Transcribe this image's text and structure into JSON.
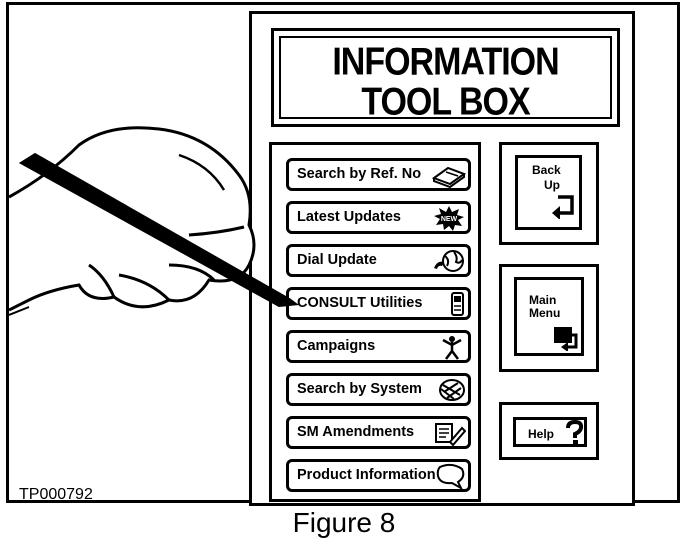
{
  "window": {
    "title_line1": "INFORMATION",
    "title_line2": "TOOL BOX"
  },
  "menu": {
    "items": [
      {
        "label": "Search by Ref. No",
        "icon": "book-icon"
      },
      {
        "label": "Latest Updates",
        "icon": "new-starburst-icon"
      },
      {
        "label": "Dial Update",
        "icon": "globe-phone-icon"
      },
      {
        "label": "CONSULT Utilities",
        "icon": "consult-device-icon"
      },
      {
        "label": "Campaigns",
        "icon": "campaign-figure-icon"
      },
      {
        "label": "Search by System",
        "icon": "engine-icon"
      },
      {
        "label": "SM Amendments",
        "icon": "document-pencil-icon"
      },
      {
        "label": "Product Information",
        "icon": "speech-bubble-icon"
      }
    ]
  },
  "side_buttons": {
    "back_up": {
      "line1": "Back",
      "line2": "Up",
      "icon": "back-arrow-icon"
    },
    "main_menu": {
      "line1": "Main",
      "line2": "Menu",
      "icon": "return-menu-icon"
    },
    "help": {
      "label": "Help",
      "icon": "question-mark-icon"
    }
  },
  "figure_id": "TP000792",
  "caption": "Figure 8"
}
